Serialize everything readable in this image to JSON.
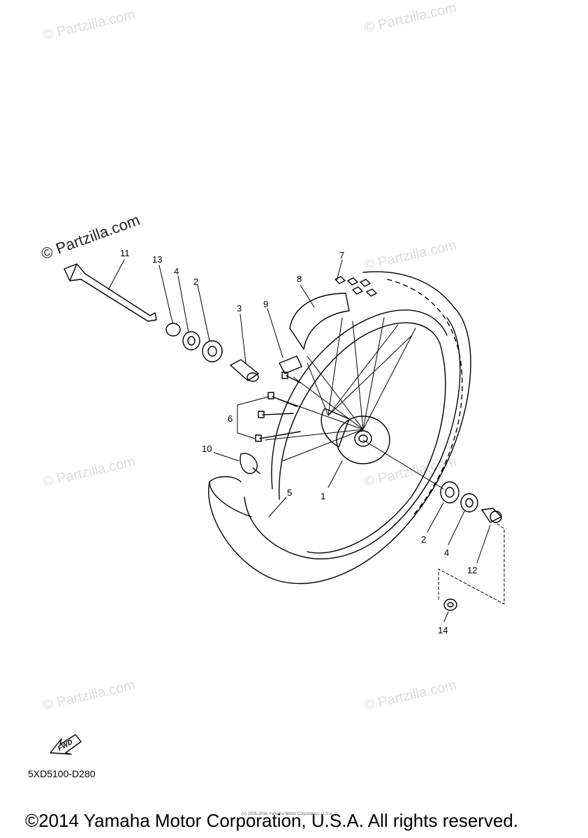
{
  "watermark": {
    "text": "© Partzilla.com",
    "primary_text": "© Partzilla.com"
  },
  "callouts": {
    "p1": "1",
    "p2a": "2",
    "p2b": "2",
    "p3": "3",
    "p4a": "4",
    "p4b": "4",
    "p5": "5",
    "p6": "6",
    "p7": "7",
    "p8": "8",
    "p9": "9",
    "p10": "10",
    "p11": "11",
    "p12": "12",
    "p13": "13",
    "p14": "14"
  },
  "fwd_label": "FWD",
  "diagram_code": "5XD5100-D280",
  "tiny_copyright": "(c) 2005-2016 Yamaha Motor Corporation, U.S.A.",
  "footer_copyright": "©2014 Yamaha Motor Corporation, U.S.A. All rights reserved."
}
